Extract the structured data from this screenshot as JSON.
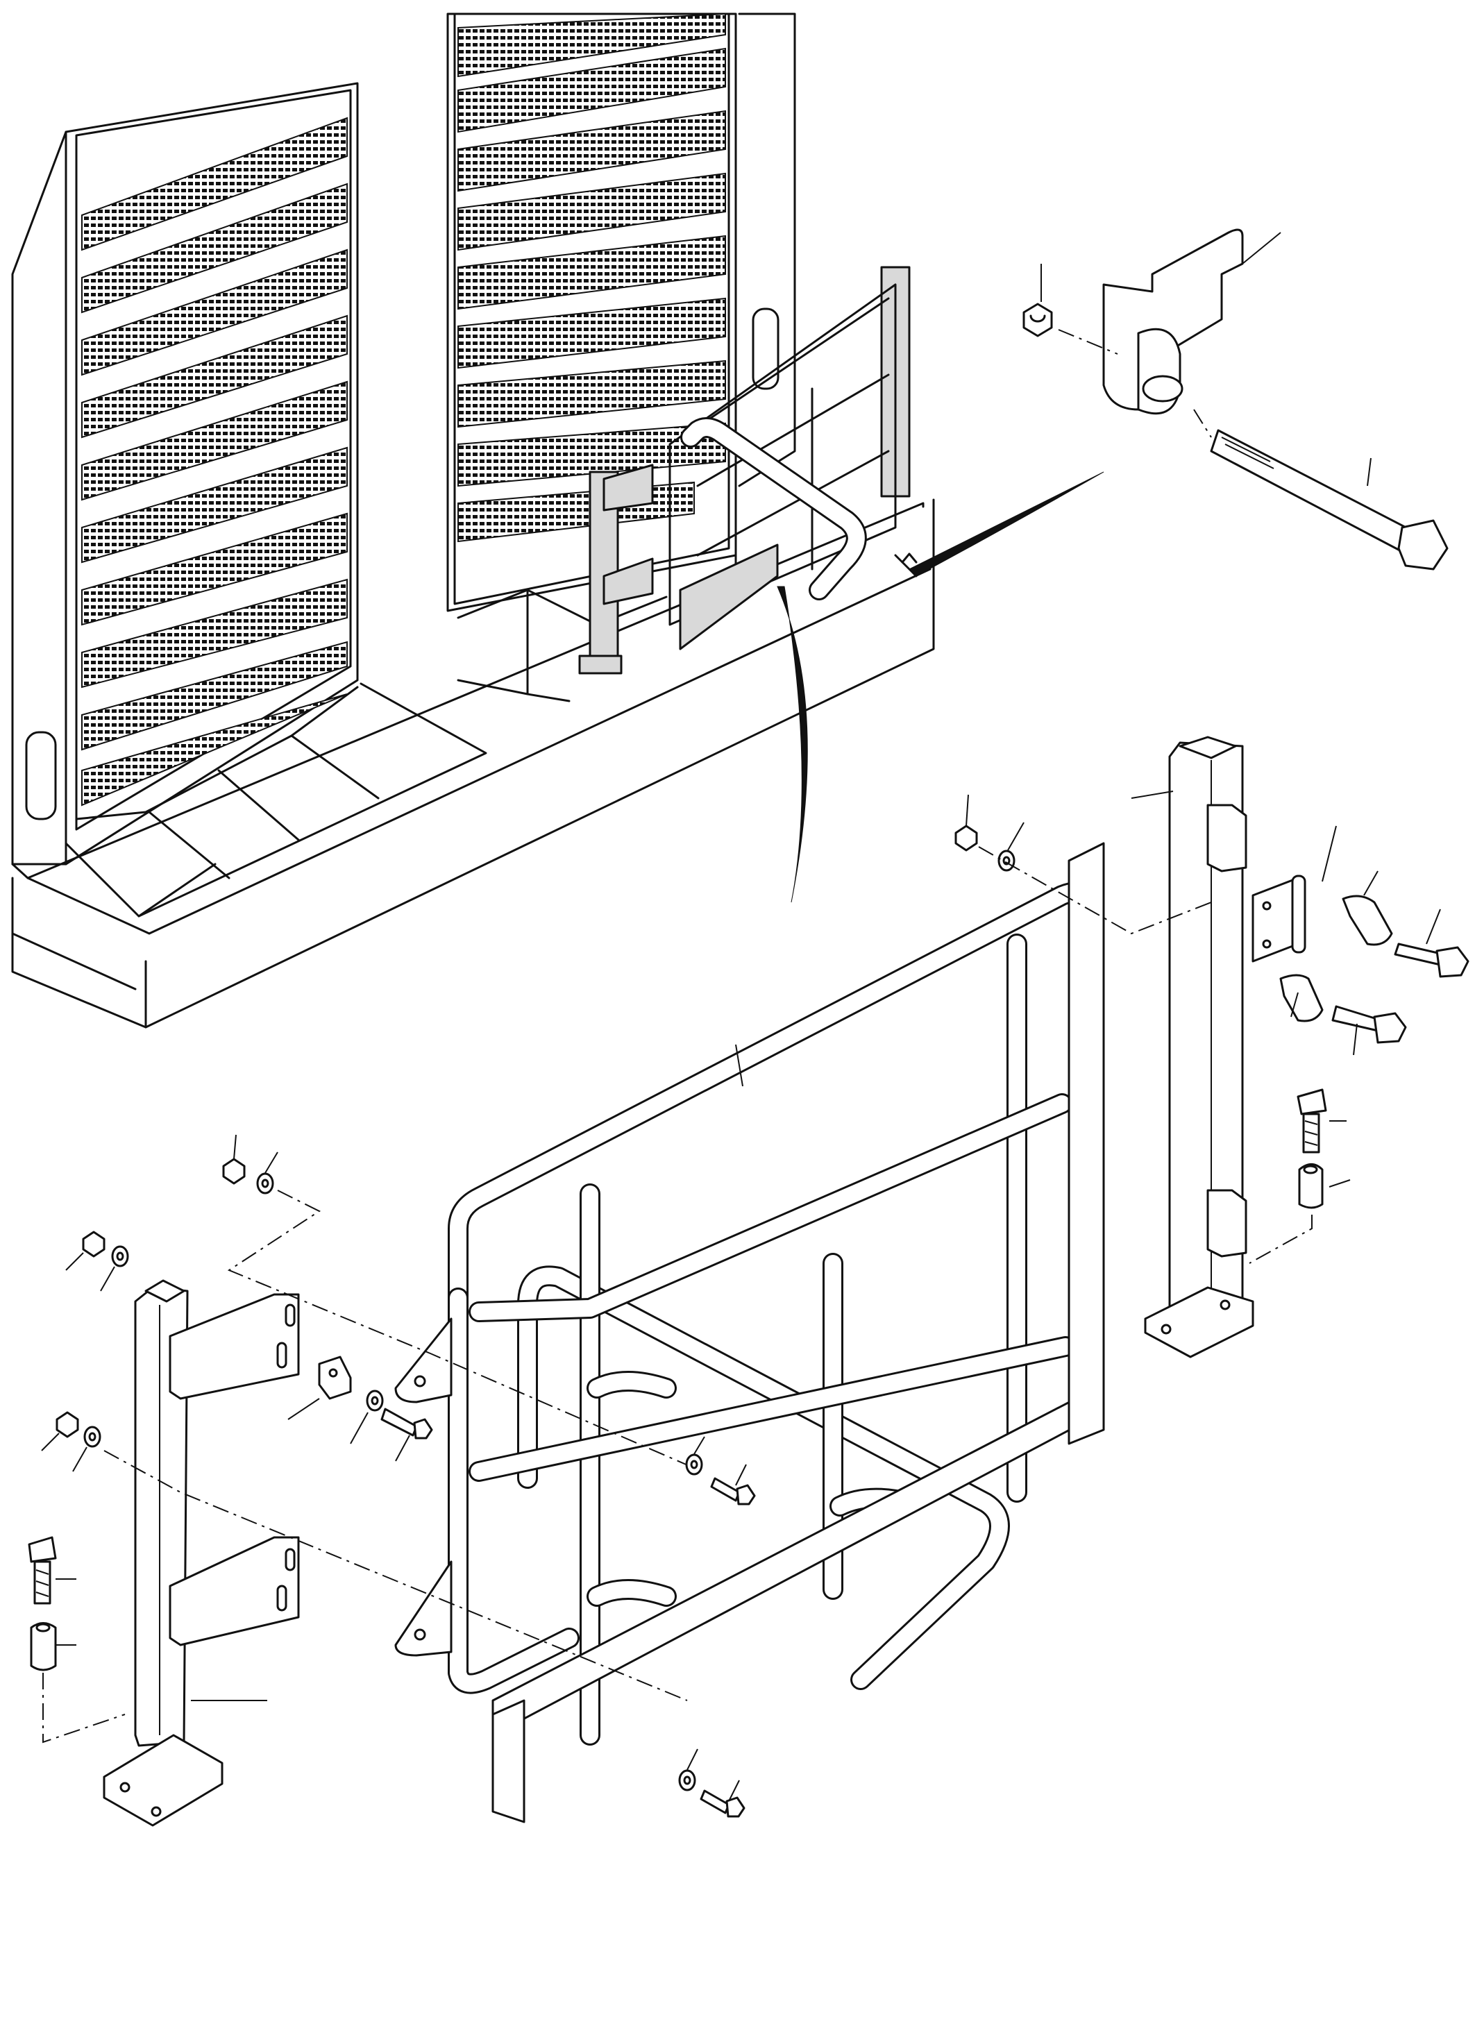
{
  "figure": {
    "kind": "exploded assembly drawing",
    "labels": []
  },
  "parts": {
    "building_cabinets": "cabinet-with-vents",
    "gate_in_situ": "gate-installed",
    "hinge_detail": "hinge-detail",
    "gate_frame": "gate-frame",
    "left_post": "left-post",
    "right_post": "right-post",
    "fasteners": [
      "nut",
      "washer",
      "bolt",
      "spacer",
      "hinge-plate"
    ]
  },
  "colors": {
    "line": "#111111",
    "background": "#ffffff",
    "hatch": "#d9d9d9"
  }
}
